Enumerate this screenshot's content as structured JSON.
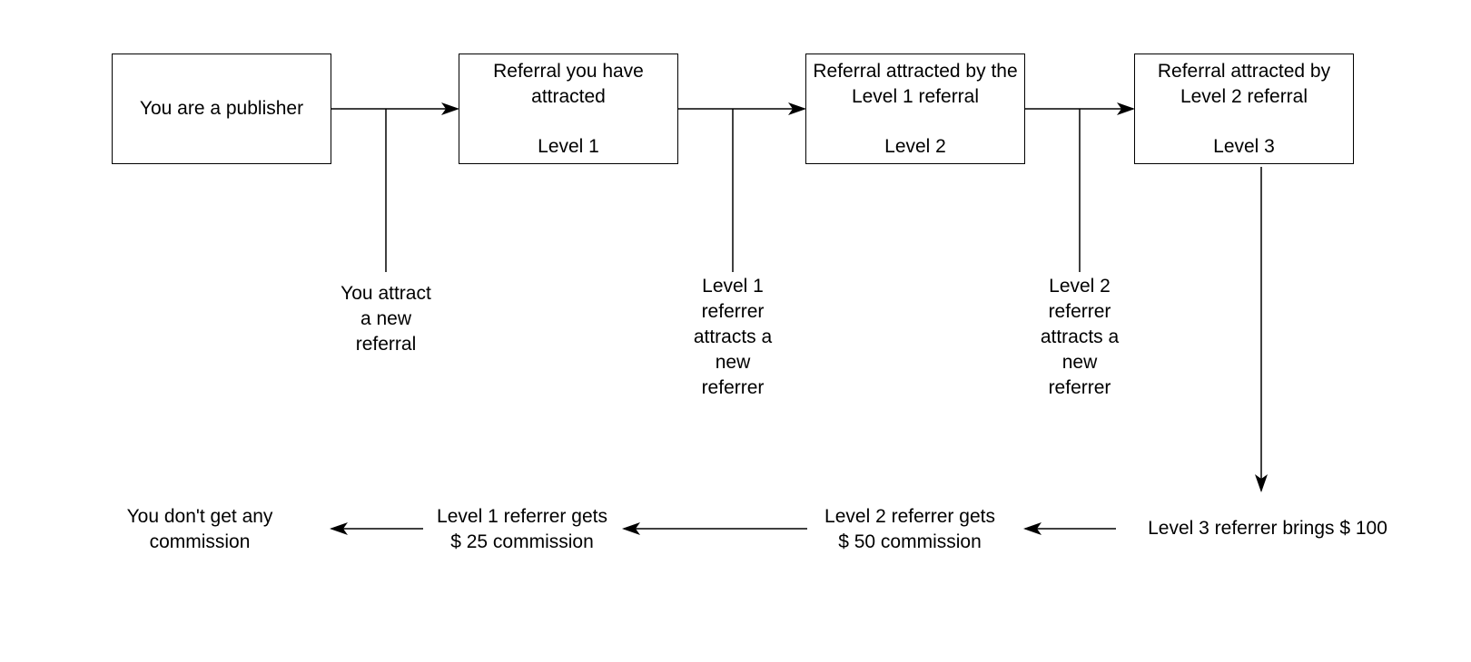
{
  "boxes": {
    "publisher": {
      "title": "You are a publisher"
    },
    "level1": {
      "title": "Referral you have attracted",
      "level": "Level 1"
    },
    "level2": {
      "title": "Referral attracted  by the Level 1 referral",
      "level": "Level 2"
    },
    "level3": {
      "title": "Referral attracted by Level 2 referral",
      "level": "Level 3"
    }
  },
  "branch_labels": {
    "attract_new": [
      "You attract",
      "a new",
      "referral"
    ],
    "level1_attracts": [
      "Level 1",
      "referrer",
      "attracts a",
      "new",
      "referrer"
    ],
    "level2_attracts": [
      "Level 2",
      "referrer",
      "attracts a",
      "new",
      "referrer"
    ]
  },
  "commission_labels": {
    "level3_brings": "Level 3 referrer brings $ 100",
    "level2_gets": [
      "Level 2 referrer gets",
      "$ 50 commission"
    ],
    "level1_gets": [
      "Level 1 referrer gets",
      "$ 25 commission"
    ],
    "you_get": [
      "You don't  get any",
      "commission"
    ]
  }
}
